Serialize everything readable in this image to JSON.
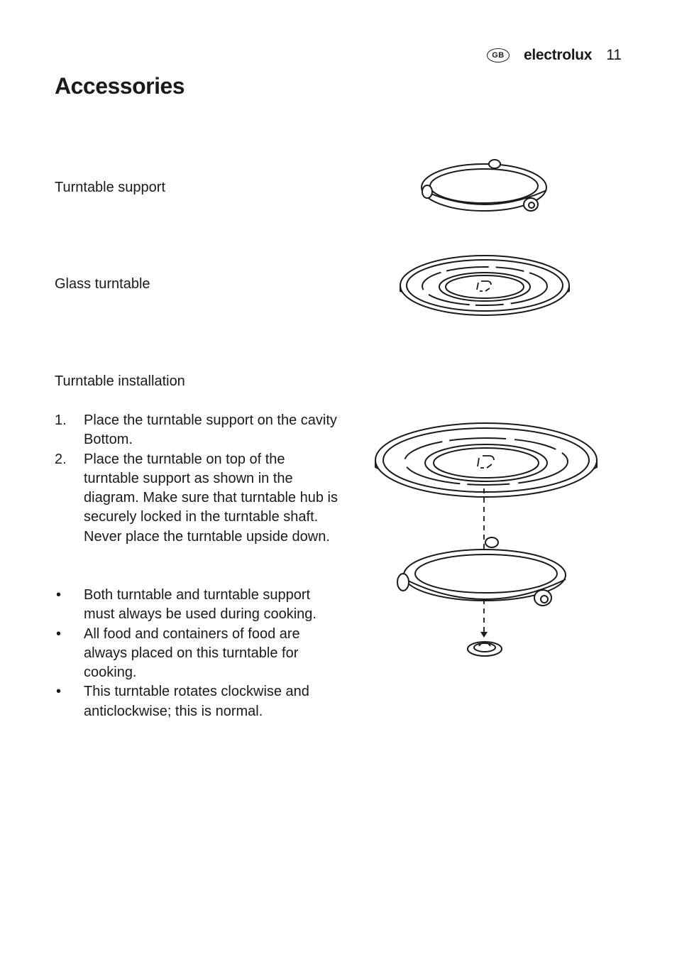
{
  "header": {
    "region_badge": "GB",
    "brand": "electrolux",
    "page_number": "11"
  },
  "page_title": "Accessories",
  "items": {
    "turntable_support": "Turntable support",
    "glass_turntable": "Glass turntable",
    "turntable_installation": "Turntable installation"
  },
  "steps": [
    {
      "marker": "1.",
      "text": "Place the turntable support on the cavity Bottom."
    },
    {
      "marker": "2.",
      "text": "Place the turntable on top of the turntable support as shown in the diagram. Make sure that turntable hub is securely locked in the turntable shaft. Never place the turntable upside down."
    }
  ],
  "bullets": [
    {
      "marker": "•",
      "text": "Both turntable and turntable support must always be used during cooking."
    },
    {
      "marker": "•",
      "text": "All food and containers of food are always placed on this turntable for cooking."
    },
    {
      "marker": "•",
      "text": "This turntable rotates clockwise and anticlockwise; this is normal."
    }
  ]
}
